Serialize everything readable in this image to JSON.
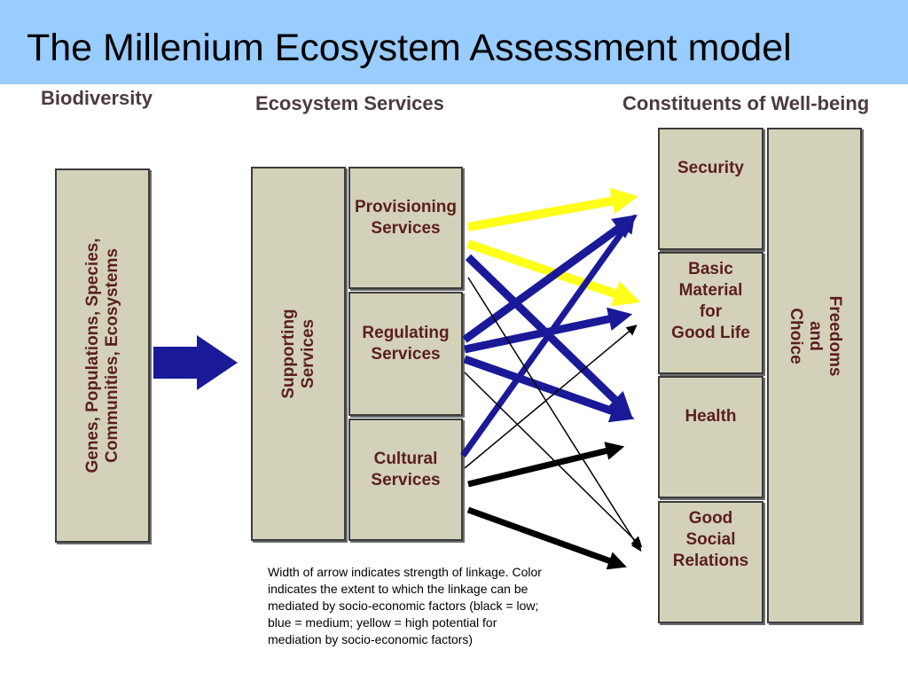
{
  "title": "The Millenium Ecosystem Assessment model",
  "headers": {
    "biodiversity": "Biodiversity",
    "ecosystem_services": "Ecosystem Services",
    "wellbeing": "Constituents of Well-being"
  },
  "biodiversity_box": {
    "line1": "Genes, Populations, Species,",
    "line2": "Communities, Ecosystems"
  },
  "supporting": {
    "line1": "Supporting",
    "line2": "Services"
  },
  "provisioning": {
    "line1": "Provisioning",
    "line2": "Services"
  },
  "regulating": {
    "line1": "Regulating",
    "line2": "Services"
  },
  "cultural": {
    "line1": "Cultural",
    "line2": "Services"
  },
  "security": "Security",
  "basic_material": {
    "line1": "Basic",
    "line2": "Material",
    "line3": "for",
    "line4": "Good Life"
  },
  "health": "Health",
  "good_social": {
    "line1": "Good",
    "line2": "Social",
    "line3": "Relations"
  },
  "freedoms": {
    "line1": "Freedoms",
    "line2": "and",
    "line3": "Choice"
  },
  "legend_note": {
    "line1": "Width of arrow indicates strength of linkage.  Color",
    "line2": "indicates the extent to which the linkage can be",
    "line3": "mediated by socio-economic factors (black = low;",
    "line4": "blue = medium; yellow = high potential for",
    "line5": "mediation by socio-economic factors)"
  },
  "colors": {
    "low": "#000000",
    "medium": "#1a1a99",
    "high": "#ffff1a",
    "big_arrow": "#1a1a99"
  },
  "linkages": [
    {
      "from": "Provisioning Services",
      "to": "Security",
      "strength": "high",
      "mediation": "high"
    },
    {
      "from": "Provisioning Services",
      "to": "Basic Material for Good Life",
      "strength": "high",
      "mediation": "high"
    },
    {
      "from": "Provisioning Services",
      "to": "Health",
      "strength": "high",
      "mediation": "medium"
    },
    {
      "from": "Provisioning Services",
      "to": "Good Social Relations",
      "strength": "weak",
      "mediation": "low"
    },
    {
      "from": "Regulating Services",
      "to": "Security",
      "strength": "high",
      "mediation": "medium"
    },
    {
      "from": "Regulating Services",
      "to": "Basic Material for Good Life",
      "strength": "high",
      "mediation": "medium"
    },
    {
      "from": "Regulating Services",
      "to": "Health",
      "strength": "high",
      "mediation": "medium"
    },
    {
      "from": "Regulating Services",
      "to": "Good Social Relations",
      "strength": "weak",
      "mediation": "low"
    },
    {
      "from": "Cultural Services",
      "to": "Security",
      "strength": "medium",
      "mediation": "medium"
    },
    {
      "from": "Cultural Services",
      "to": "Basic Material for Good Life",
      "strength": "weak",
      "mediation": "low"
    },
    {
      "from": "Cultural Services",
      "to": "Health",
      "strength": "medium",
      "mediation": "low"
    },
    {
      "from": "Cultural Services",
      "to": "Good Social Relations",
      "strength": "medium",
      "mediation": "low"
    }
  ]
}
